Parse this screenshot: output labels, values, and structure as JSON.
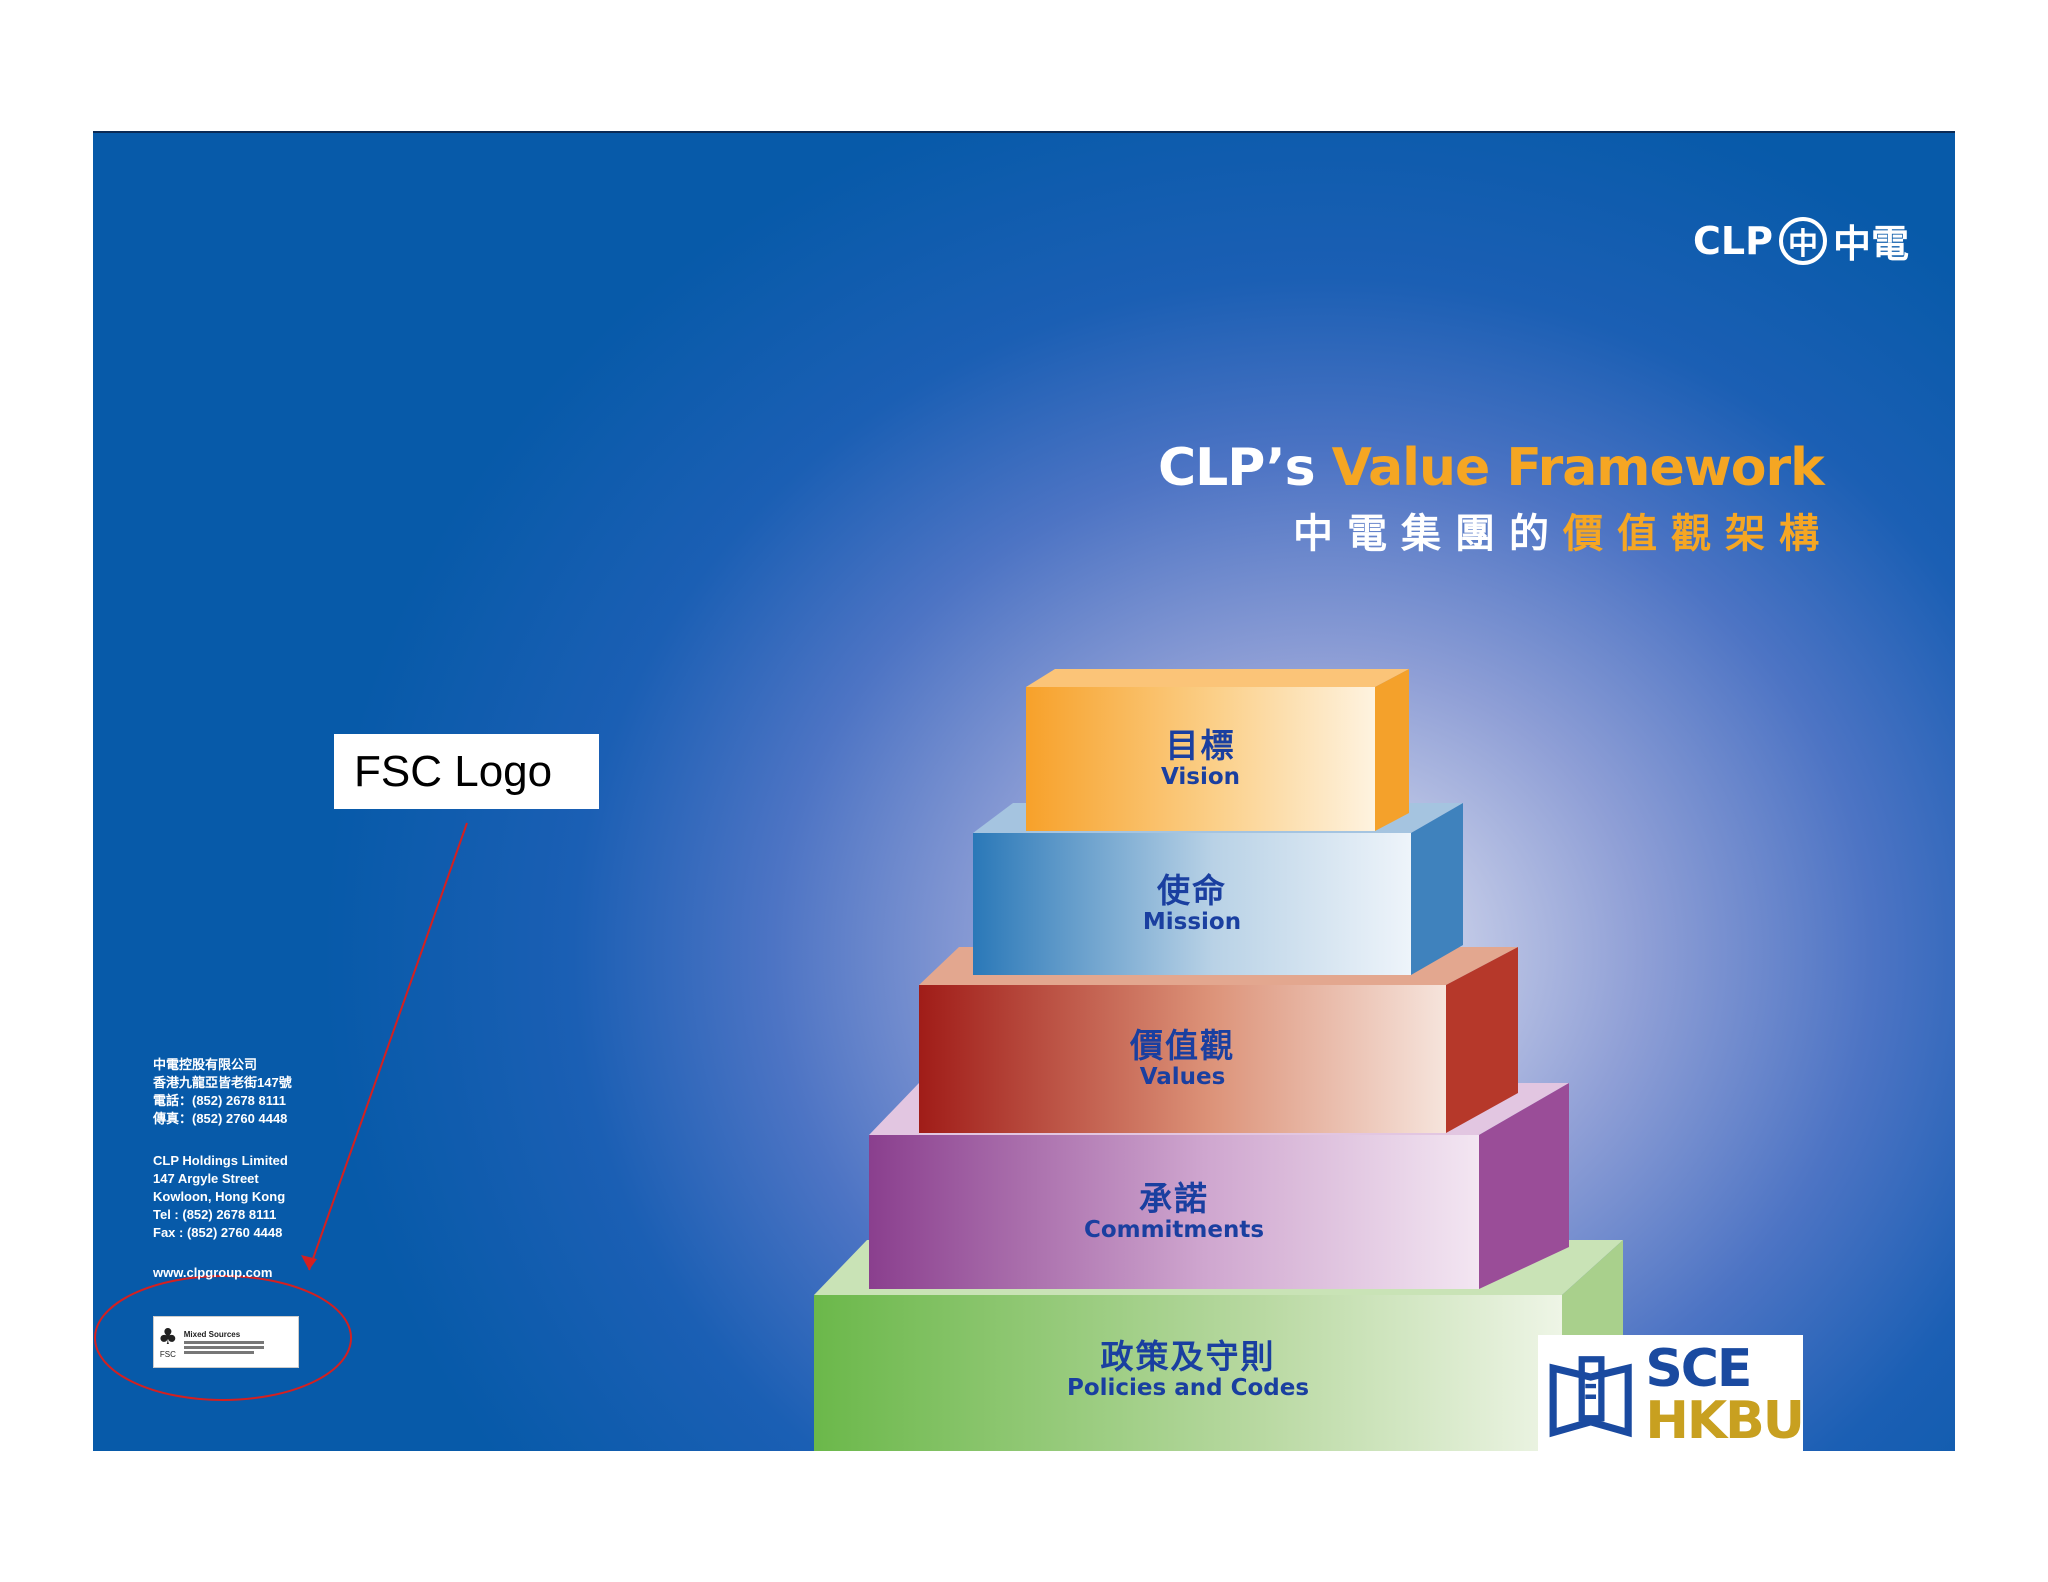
{
  "brand": {
    "clp": "CLP",
    "mark": "中",
    "zh": "中電"
  },
  "title": {
    "en_white": "CLP’s",
    "en_orange": "Value Framework",
    "zh_white": "中電集團的",
    "zh_orange": "價值觀架構"
  },
  "pyramid": [
    {
      "zh": "目標",
      "en": "Vision"
    },
    {
      "zh": "使命",
      "en": "Mission"
    },
    {
      "zh": "價值觀",
      "en": "Values"
    },
    {
      "zh": "承諾",
      "en": "Commitments"
    },
    {
      "zh": "政策及守則",
      "en": "Policies and Codes"
    }
  ],
  "annotation": {
    "label": "FSC Logo"
  },
  "address": {
    "zh": [
      "中電控股有限公司",
      "香港九龍亞皆老街147號",
      "電話：(852) 2678 8111",
      "傳真：(852) 2760 4448"
    ],
    "en": [
      "CLP Holdings Limited",
      "147 Argyle Street",
      "Kowloon, Hong Kong",
      "Tel    : (852) 2678 8111",
      "Fax   : (852) 2760 4448"
    ],
    "web": "www.clpgroup.com"
  },
  "fsc": {
    "title": "Mixed Sources",
    "code": "FSC"
  },
  "hkbu": {
    "sce": "SCE",
    "hkbu": "HKBU"
  },
  "colors": {
    "panel_blue": "#075aa9",
    "title_orange": "#f5a623",
    "annotation_red": "#d42020",
    "label_blue": "#1a3fa0"
  }
}
